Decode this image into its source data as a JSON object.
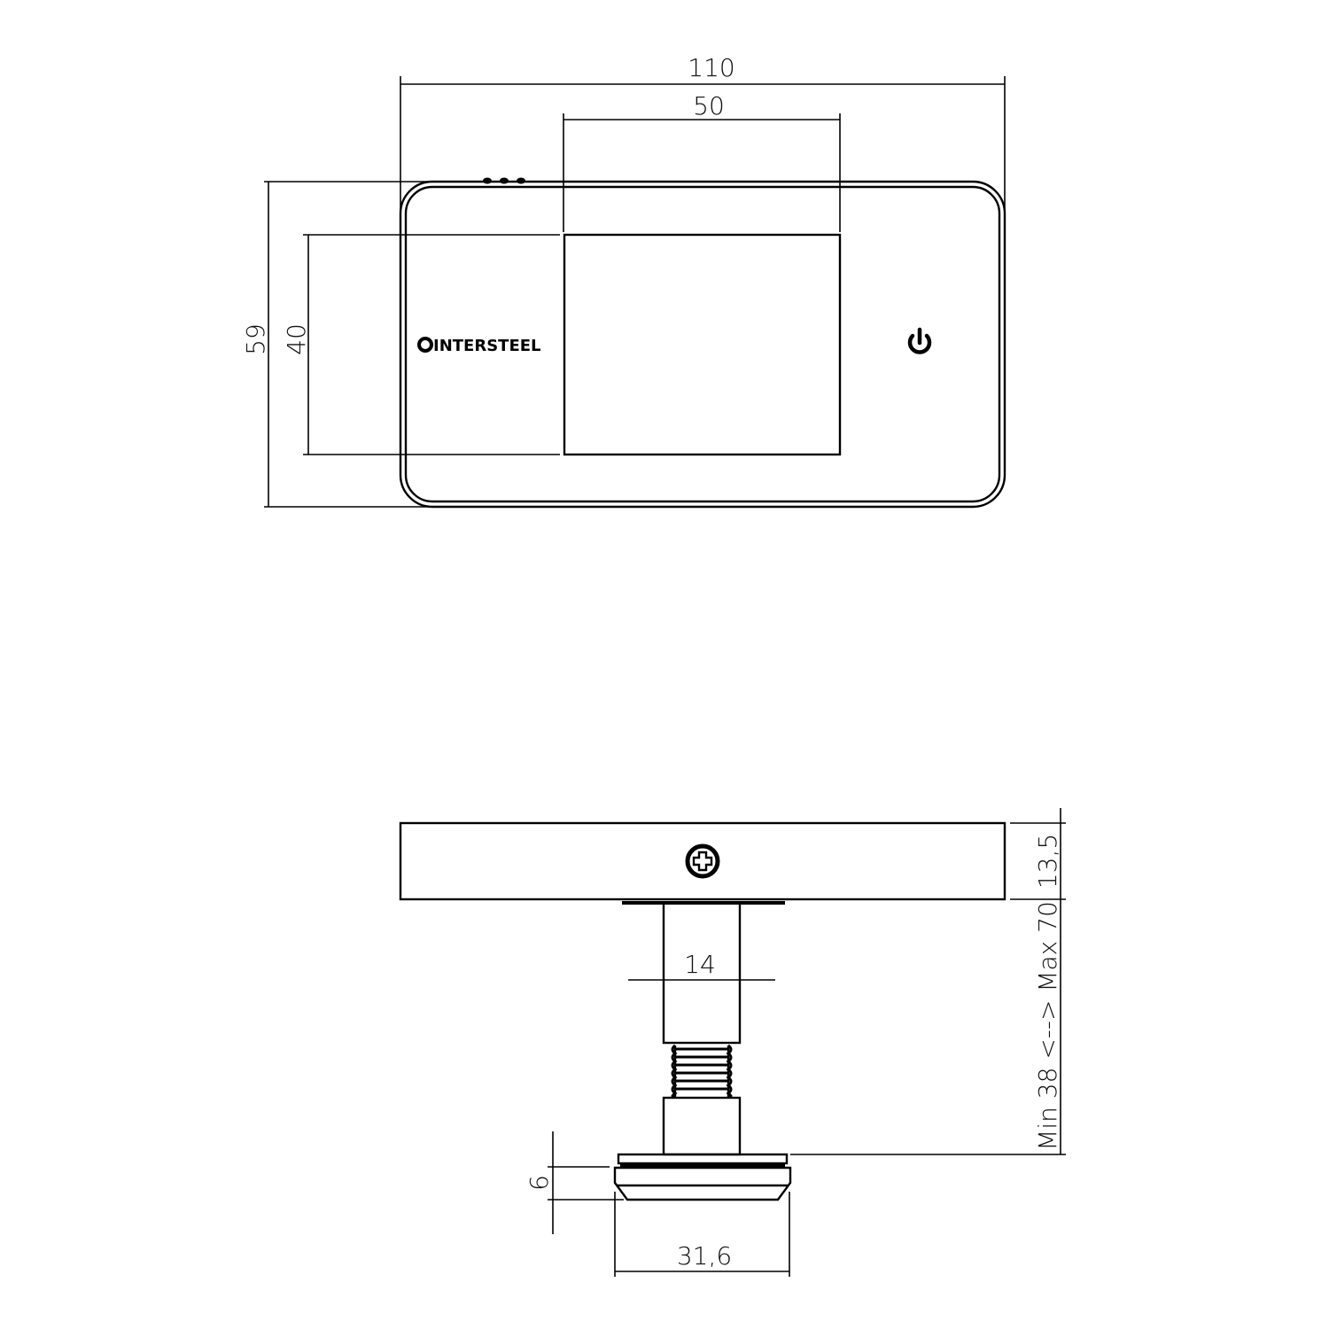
{
  "front_view": {
    "brand_label": "INTERSTEEL",
    "power_icon": "power-icon",
    "dimensions": {
      "overall_width": "110",
      "screen_width": "50",
      "overall_height": "59",
      "screen_height": "40"
    }
  },
  "side_view": {
    "screw_icon": "phillips-screw-icon",
    "dimensions": {
      "body_thickness": "13,5",
      "door_range": "Min 38 <--> Max 70",
      "shaft_diameter": "14",
      "lens_height": "6",
      "lens_diameter": "31,6"
    }
  }
}
